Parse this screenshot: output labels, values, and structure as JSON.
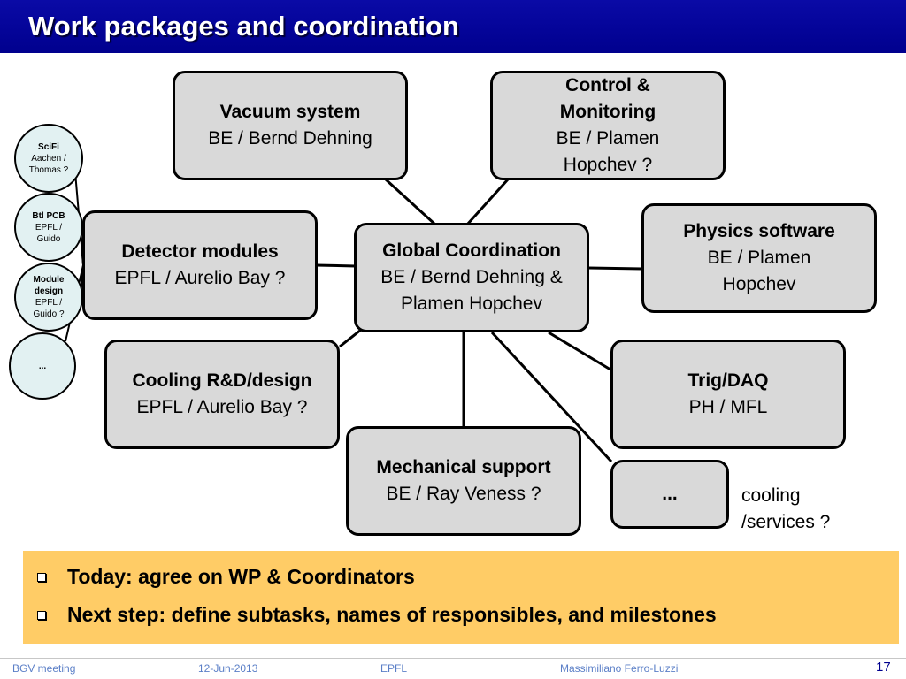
{
  "title": "Work packages and coordination",
  "center": {
    "name": "Global Coordination",
    "people": "BE / Bernd Dehning & Plamen Hopchev"
  },
  "work_packages": {
    "vacuum": {
      "name": "Vacuum system",
      "people": "BE / Bernd Dehning"
    },
    "control": {
      "name": "Control & Monitoring",
      "people": "BE / Plamen Hopchev ?"
    },
    "physics": {
      "name": "Physics software",
      "people": "BE / Plamen Hopchev"
    },
    "detector": {
      "name": "Detector modules",
      "people": "EPFL / Aurelio Bay ?"
    },
    "cooling": {
      "name": "Cooling R&D/design",
      "people": "EPFL / Aurelio Bay ?"
    },
    "mechanical": {
      "name": "Mechanical support",
      "people": "BE / Ray Veness ?"
    },
    "trigdaq": {
      "name": "Trig/DAQ",
      "people": "PH / MFL"
    },
    "more": {
      "name": "..."
    }
  },
  "more_note": "cooling /services ?",
  "sub_items": [
    {
      "name": "SciFi",
      "detail": "Aachen / Thomas ?"
    },
    {
      "name": "Btl PCB",
      "detail": "EPFL / Guido"
    },
    {
      "name": "Module design",
      "detail": "EPFL / Guido ?"
    },
    {
      "name": "...",
      "detail": ""
    }
  ],
  "summary": [
    "Today: agree on WP & Coordinators",
    "Next step: define subtasks, names of responsibles, and milestones"
  ],
  "footer": {
    "event": "BGV meeting",
    "date": "12-Jun-2013",
    "institute": "EPFL",
    "author": "Massimiliano Ferro-Luzzi",
    "page": "17"
  },
  "colors": {
    "title_bar": "#00008e",
    "box_fill": "#d9d9d9",
    "circle_fill": "#e2f1f2",
    "summary_fill": "#ffcc66",
    "footer_text": "#5b7fc7"
  }
}
